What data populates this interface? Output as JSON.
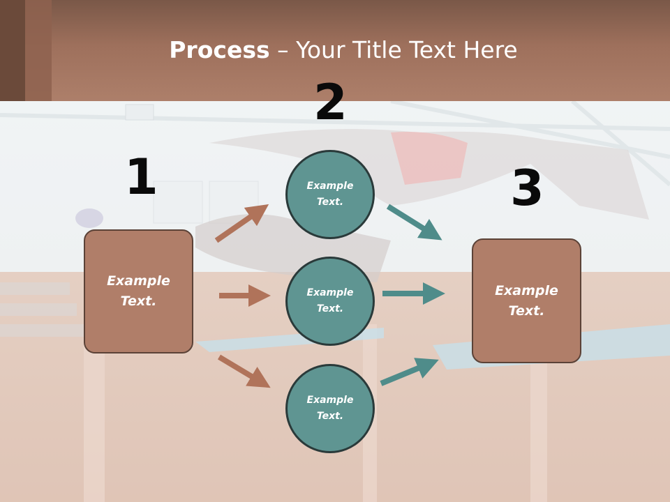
{
  "title": {
    "bold": "Process",
    "rest": " – Your Title Text Here"
  },
  "steps": {
    "one": "1",
    "two": "2",
    "three": "3"
  },
  "left_box": {
    "line1": "Example",
    "line2": "Text."
  },
  "right_box": {
    "line1": "Example",
    "line2": "Text."
  },
  "circles": [
    {
      "line1": "Example",
      "line2": "Text."
    },
    {
      "line1": "Example",
      "line2": "Text."
    },
    {
      "line1": "Example",
      "line2": "Text."
    }
  ],
  "colors": {
    "box": "#b07e69",
    "circle": "#5f9592",
    "arrow_brown": "#b0735a",
    "arrow_teal": "#4f8c8a",
    "header": "#a47663"
  }
}
